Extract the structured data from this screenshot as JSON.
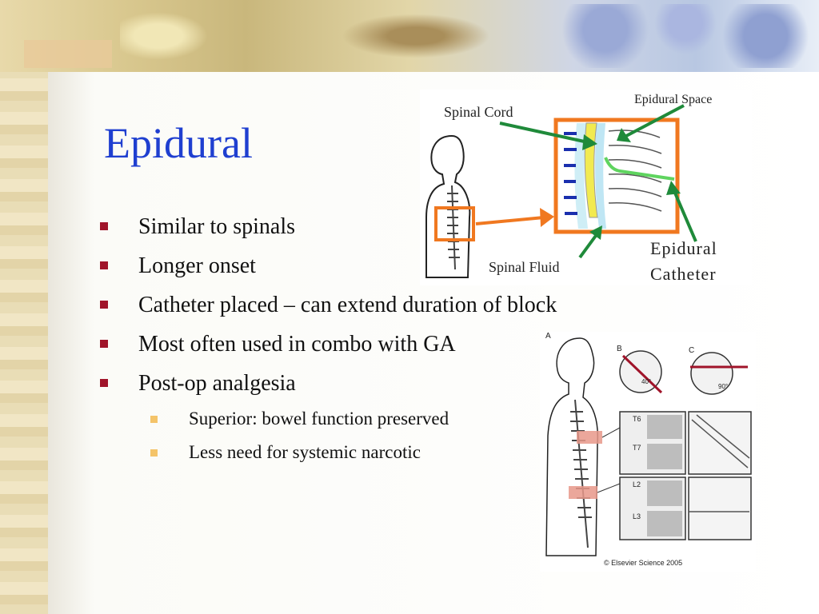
{
  "slide": {
    "title": "Epidural",
    "bullets": [
      "Similar to spinals",
      "Longer onset",
      "Catheter placed – can extend duration of block",
      "Most often used in combo with GA",
      "Post-op analgesia"
    ],
    "sub_bullets": [
      "Superior: bowel function preserved",
      "Less need for systemic narcotic"
    ]
  },
  "figure1": {
    "labels": {
      "spinal_cord": "Spinal Cord",
      "epidural_space": "Epidural Space",
      "spinal_fluid": "Spinal Fluid",
      "epidural": "Epidural",
      "catheter": "Catheter"
    }
  },
  "figure2": {
    "labels": {
      "a": "A",
      "b": "B",
      "c": "C",
      "angle_b": "40°",
      "angle_c": "90°",
      "t6": "T6",
      "t7": "T7",
      "l2": "L2",
      "l3": "L3",
      "copyright": "© Elsevier Science 2005"
    }
  },
  "colors": {
    "title": "#1f3fd0",
    "bullet": "#a0142a",
    "sub_bullet": "#f4c46a",
    "orange": "#f07820",
    "green_arrow": "#1f8a3a"
  }
}
